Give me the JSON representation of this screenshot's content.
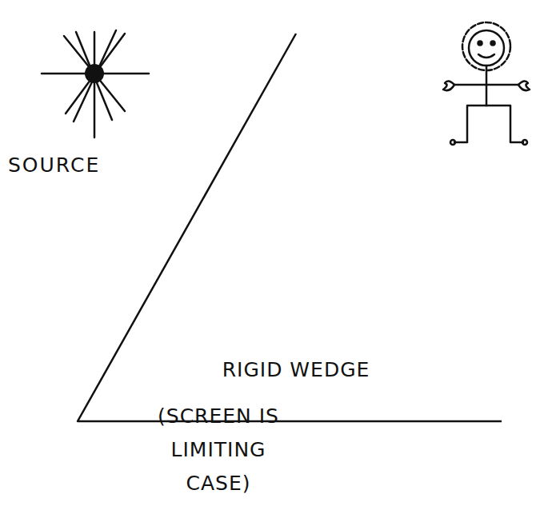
{
  "diagram": {
    "nodes": [
      {
        "text": [
          "RIGID WEDGE",
          "(SCREEN IS LIMITING CASE)"
        ]
      }
    ],
    "labels": [
      "SOURCE"
    ]
  }
}
